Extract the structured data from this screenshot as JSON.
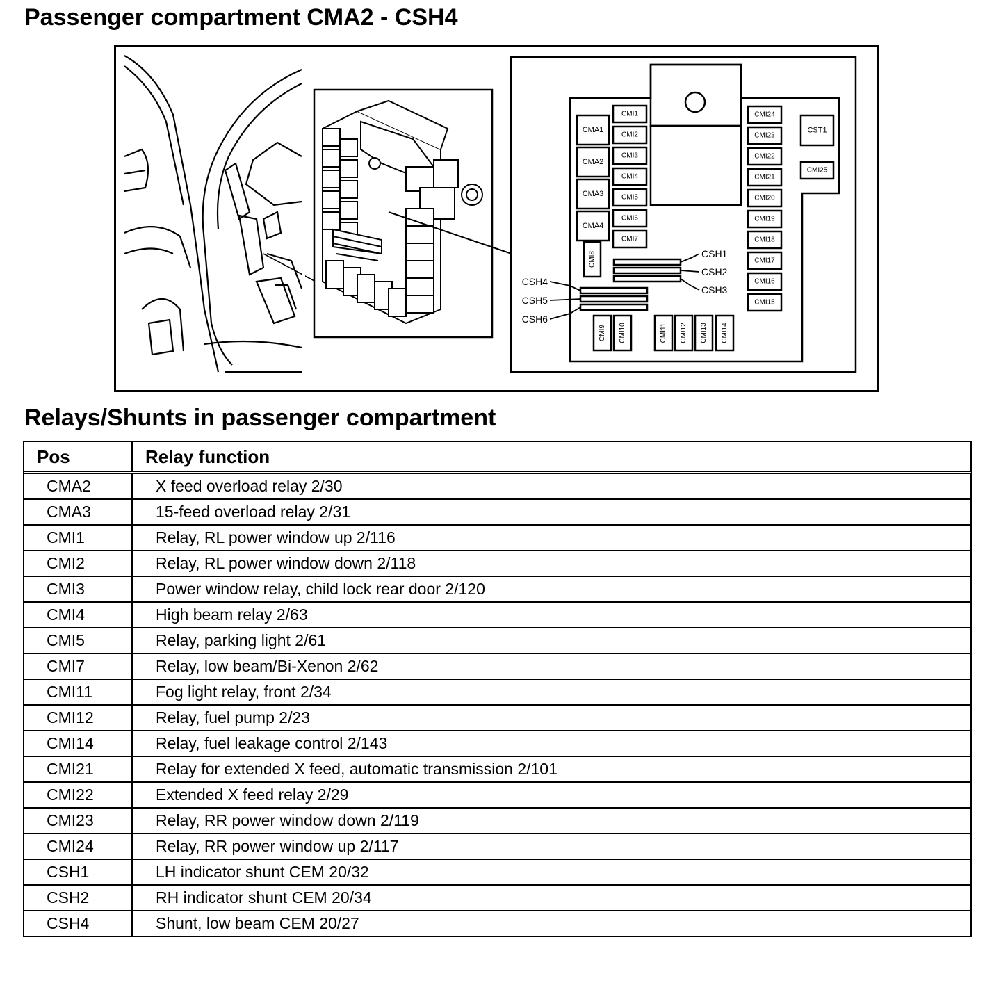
{
  "title": "Passenger compartment CMA2 - CSH4",
  "diagram": {
    "relay_labels_left": [
      "CMA1",
      "CMA2",
      "CMA3",
      "CMA4"
    ],
    "relay_labels_col": [
      "CMI1",
      "CMI2",
      "CMI3",
      "CMI4",
      "CMI5",
      "CMI6",
      "CMI7"
    ],
    "relay_label_vertical": "CMI8",
    "relay_labels_right": [
      "CMI24",
      "CMI23",
      "CMI22",
      "CMI21",
      "CMI20",
      "CMI19",
      "CMI18",
      "CMI17",
      "CMI16",
      "CMI15"
    ],
    "relay_labels_bottom": [
      "CMI9",
      "CMI10",
      "CMI11",
      "CMI12",
      "CMI13",
      "CMI14"
    ],
    "relay_labels_other": [
      "CST1",
      "CMI25"
    ],
    "shunts_right": [
      "CSH1",
      "CSH2",
      "CSH3"
    ],
    "shunts_left": [
      "CSH4",
      "CSH5",
      "CSH6"
    ]
  },
  "table": {
    "title": "Relays/Shunts in passenger compartment",
    "headers": {
      "pos": "Pos",
      "function": "Relay function"
    },
    "rows": [
      {
        "pos": "CMA2",
        "function": "X feed overload relay 2/30"
      },
      {
        "pos": "CMA3",
        "function": "15-feed overload relay 2/31"
      },
      {
        "pos": "CMI1",
        "function": "Relay, RL power window up 2/116"
      },
      {
        "pos": "CMI2",
        "function": "Relay, RL power window down 2/118"
      },
      {
        "pos": "CMI3",
        "function": "Power window relay, child lock rear door 2/120"
      },
      {
        "pos": "CMI4",
        "function": "High beam relay 2/63"
      },
      {
        "pos": "CMI5",
        "function": "Relay, parking light 2/61"
      },
      {
        "pos": "CMI7",
        "function": "Relay, low beam/Bi-Xenon 2/62"
      },
      {
        "pos": "CMI11",
        "function": "Fog light relay, front 2/34"
      },
      {
        "pos": "CMI12",
        "function": "Relay, fuel pump 2/23"
      },
      {
        "pos": "CMI14",
        "function": "Relay, fuel leakage control 2/143"
      },
      {
        "pos": "CMI21",
        "function": "Relay for extended X feed, automatic transmission 2/101"
      },
      {
        "pos": "CMI22",
        "function": "Extended X feed relay 2/29"
      },
      {
        "pos": "CMI23",
        "function": "Relay, RR power window down 2/119"
      },
      {
        "pos": "CMI24",
        "function": "Relay, RR power window up 2/117"
      },
      {
        "pos": "CSH1",
        "function": "LH indicator shunt CEM 20/32"
      },
      {
        "pos": "CSH2",
        "function": "RH indicator shunt CEM 20/34"
      },
      {
        "pos": "CSH4",
        "function": "Shunt, low beam CEM 20/27"
      }
    ]
  }
}
